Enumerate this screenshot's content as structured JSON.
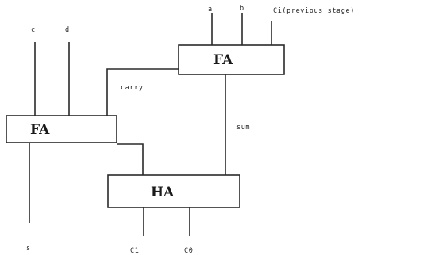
{
  "diagram": {
    "blocks": {
      "fa_top": "FA",
      "fa_left": "FA",
      "ha": "HA"
    },
    "labels": {
      "input_a": "a",
      "input_b": "b",
      "input_ci": "Ci(previous stage)",
      "input_c": "c",
      "input_d": "d",
      "carry": "carry",
      "sum": "sum",
      "output_s": "s",
      "output_c1": "C1",
      "output_c0": "C0"
    }
  }
}
